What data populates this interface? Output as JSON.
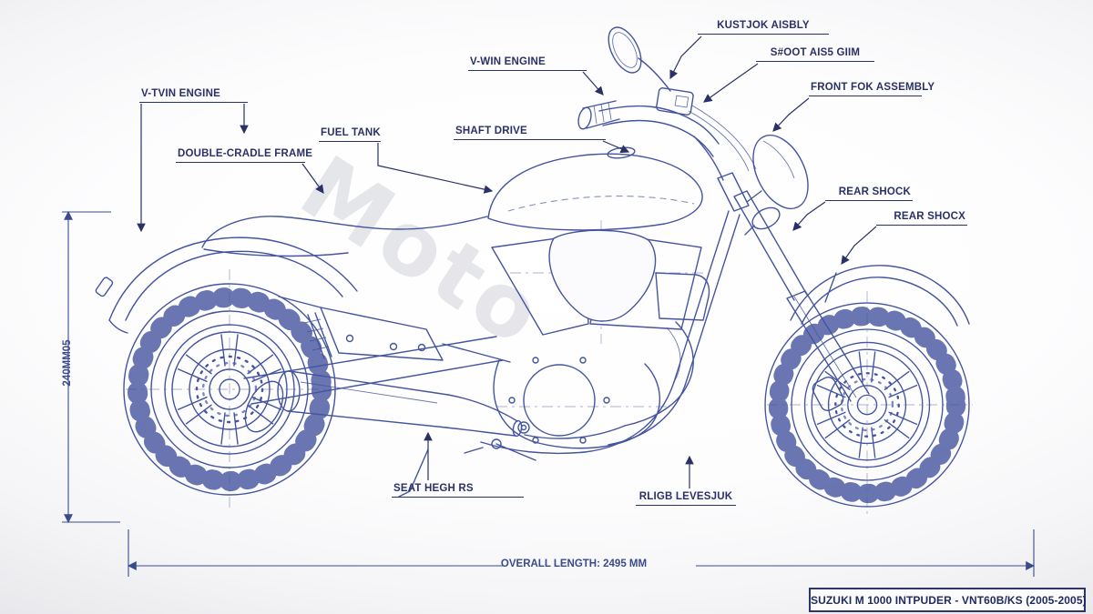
{
  "colors": {
    "line": "#44549e",
    "label": "#2a3166",
    "dim": "#3a4a8e",
    "wm": "rgba(172,174,184,0.30)",
    "titleborder": "#2c3668"
  },
  "watermark": {
    "text": "Moto"
  },
  "labels": [
    {
      "id": "handlebar-assembly",
      "text": "KUSTJOK AISBLY"
    },
    {
      "id": "shoot-ass-gim",
      "text": "S#OOT AIS5 GIIM"
    },
    {
      "id": "front-fork-assembly",
      "text": "FRONT FOK ASSEMBLY"
    },
    {
      "id": "v-win-engine",
      "text": "V-WIN ENGINE"
    },
    {
      "id": "v-twin-engine",
      "text": "V-TVIN ENGINE"
    },
    {
      "id": "double-cradle-frame",
      "text": "DOUBLE-CRADLE FRAME"
    },
    {
      "id": "fuel-tank",
      "text": "FUEL TANK"
    },
    {
      "id": "shaft-drive",
      "text": "SHAFT DRIVE"
    },
    {
      "id": "rear-shock-upper",
      "text": "REAR SHOCK"
    },
    {
      "id": "rear-shock-lower",
      "text": "REAR SHOCX"
    },
    {
      "id": "seat-height",
      "text": "SEAT HEGH RS"
    },
    {
      "id": "rub-suspension",
      "text": "RLIGB LEVESJUK"
    }
  ],
  "dimensions": {
    "height_label": "240MM05",
    "overall_length_label": "OVERALL LENGTH: 2495 MM"
  },
  "title_block": {
    "text": "SUZUKI M 1000 INTPUDER - VNT60B/KS (2005-2005)"
  }
}
